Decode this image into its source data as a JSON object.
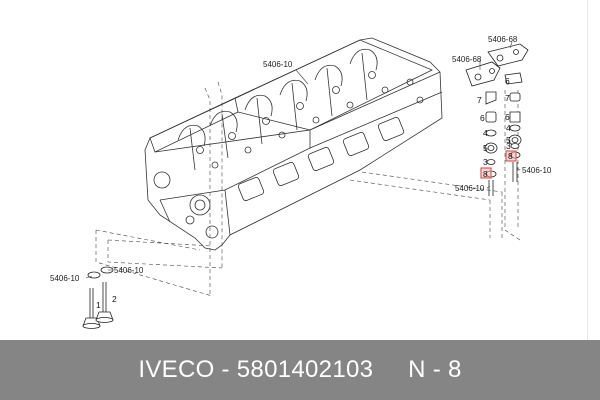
{
  "diagram": {
    "labels": {
      "cyl_head_group": "5406-10",
      "rocker_top": "5406-68",
      "rocker_left": "5406-68",
      "valve_right_group": "5406-10",
      "valve_left_group": "5406-10",
      "seat_left": "5406-10",
      "seat_right": "5406-10"
    },
    "numbers": {
      "n1": "1",
      "n2": "2",
      "left_col": [
        "7",
        "6",
        "4",
        "5",
        "3",
        "8"
      ],
      "right_col": [
        "6",
        "7",
        "6",
        "4",
        "5",
        "3",
        "8"
      ]
    },
    "highlight_color": "#e05a5a"
  },
  "footer": {
    "text": "IVECO - 5801402103     N - 8",
    "background": "#858585"
  }
}
